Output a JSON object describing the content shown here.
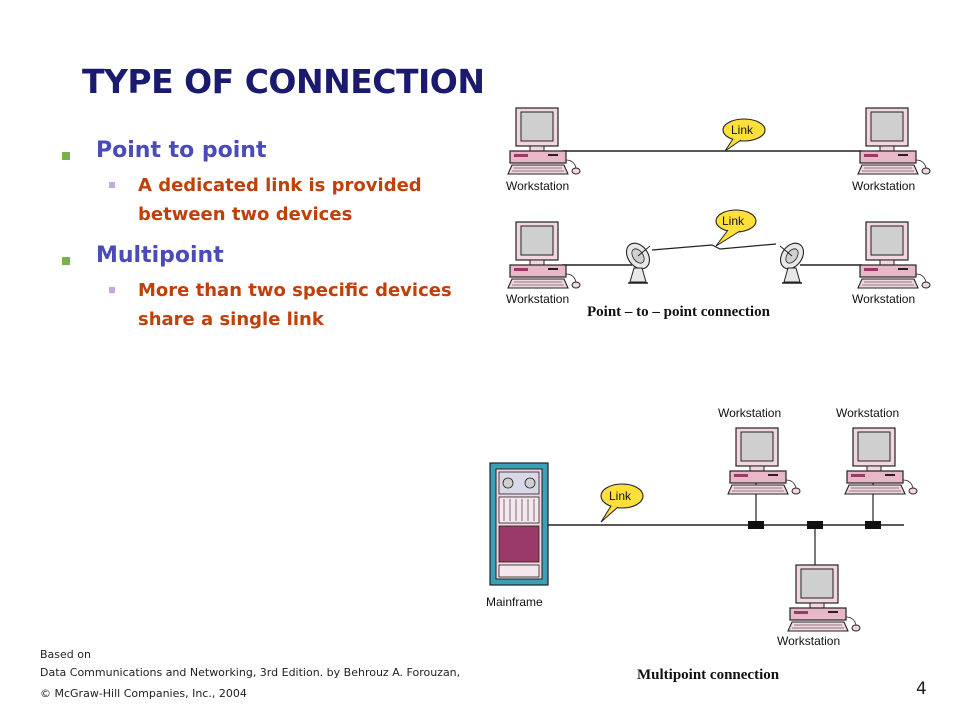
{
  "slide": {
    "title": "TYPE OF CONNECTION",
    "page_number": "4"
  },
  "bullets": [
    {
      "heading": "Point to point",
      "detail": "A dedicated link is provided between two devices"
    },
    {
      "heading": "Multipoint",
      "detail": "More than two specific devices share a single link"
    }
  ],
  "footer": {
    "based_on": "Based on",
    "source": "Data Communications  and Networking, 3rd Edition. by Behrouz A. Forouzan,",
    "copyright": "© McGraw-Hill Companies, Inc., 2004"
  },
  "diagram": {
    "workstation_label": "Workstation",
    "link_label": "Link",
    "mainframe_label": "Mainframe",
    "p2p_caption": "Point – to – point connection",
    "multipoint_caption": "Multipoint connection"
  },
  "colors": {
    "title": "#1a1a6e",
    "bullet_heading": "#4a4ab8",
    "bullet_detail": "#c0400a",
    "monitor_screen": "#cfcfcf",
    "computer_body": "#e8b8c8",
    "link_bubble": "#ffe03a",
    "mainframe_frame": "#3aa0b8",
    "mainframe_body": "#9a3a6a"
  }
}
